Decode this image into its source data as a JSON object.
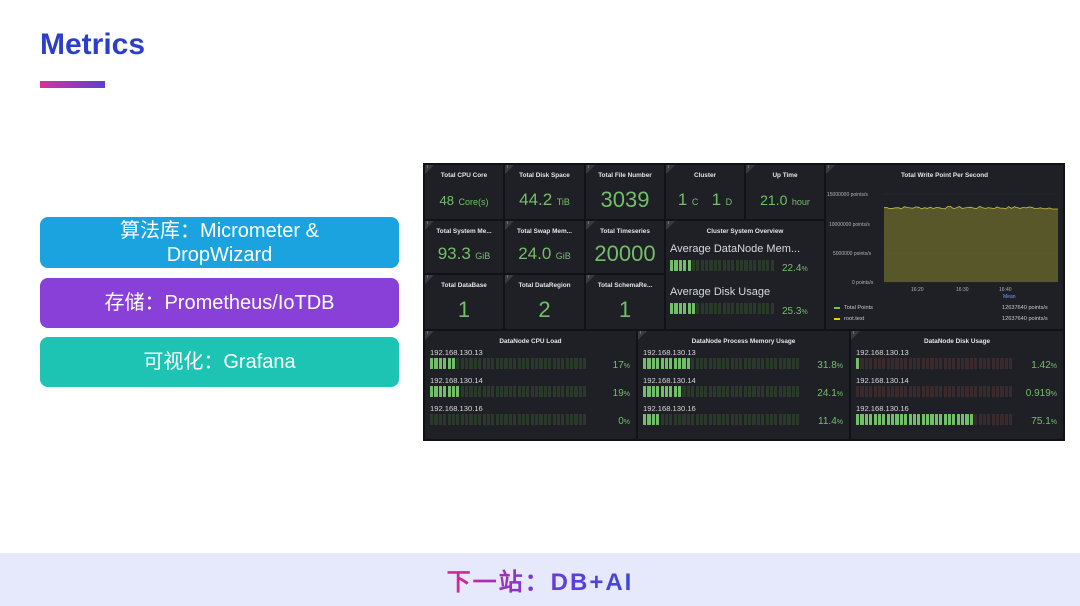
{
  "title": "Metrics",
  "pills": [
    {
      "line1": "算法库：Micrometer &",
      "line2": "DropWizard"
    },
    {
      "line1": "存储：Prometheus/IoTDB"
    },
    {
      "line1": "可视化：Grafana"
    }
  ],
  "footer": "下一站：DB+AI",
  "dashboard": {
    "stats": {
      "cpu": {
        "title": "Total CPU Core",
        "value": "48",
        "unit": "Core(s)"
      },
      "disk": {
        "title": "Total Disk Space",
        "value": "44.2",
        "unit": "TiB"
      },
      "files": {
        "title": "Total File Number",
        "value": "3039"
      },
      "cluster": {
        "title": "Cluster",
        "c_value": "1",
        "c_unit": "C",
        "d_value": "1",
        "d_unit": "D"
      },
      "uptime": {
        "title": "Up Time",
        "value": "21.0",
        "unit": "hour"
      },
      "sysmem": {
        "title": "Total System Me...",
        "value": "93.3",
        "unit": "GiB"
      },
      "swap": {
        "title": "Total Swap Mem...",
        "value": "24.0",
        "unit": "GiB"
      },
      "timeseries": {
        "title": "Total Timeseries",
        "value": "20000"
      },
      "database": {
        "title": "Total DataBase",
        "value": "1"
      },
      "dataregion": {
        "title": "Total DataRegion",
        "value": "2"
      },
      "schema": {
        "title": "Total SchemaRe...",
        "value": "1"
      }
    },
    "overview": {
      "title": "Cluster System Overview",
      "mem_label": "Average DataNode Mem...",
      "mem_value": "22.4",
      "disk_label": "Average Disk Usage",
      "disk_value": "25.3",
      "pct_unit": "%"
    },
    "write_chart": {
      "title": "Total Write Point Per Second",
      "mean_label": "Mean",
      "legend": [
        {
          "name": "Total Points",
          "value": "12637640 points/s",
          "color": "#73bf69"
        },
        {
          "name": "root.test",
          "value": "12637640 points/s",
          "color": "#f2cc0c"
        }
      ]
    },
    "cpu_load": {
      "title": "DataNode CPU Load",
      "rows": [
        {
          "host": "192.168.130.13",
          "value": "17",
          "unit": "%"
        },
        {
          "host": "192.168.130.14",
          "value": "19",
          "unit": "%"
        },
        {
          "host": "192.168.130.16",
          "value": "0",
          "unit": "%"
        }
      ]
    },
    "mem_usage": {
      "title": "DataNode Process Memory Usage",
      "rows": [
        {
          "host": "192.168.130.13",
          "value": "31.8",
          "unit": "%"
        },
        {
          "host": "192.168.130.14",
          "value": "24.1",
          "unit": "%"
        },
        {
          "host": "192.168.130.16",
          "value": "11.4",
          "unit": "%"
        }
      ]
    },
    "disk_usage": {
      "title": "DataNode Disk Usage",
      "rows": [
        {
          "host": "192.168.130.13",
          "value": "1.42",
          "unit": "%"
        },
        {
          "host": "192.168.130.14",
          "value": "0.919",
          "unit": "%"
        },
        {
          "host": "192.168.130.16",
          "value": "75.1",
          "unit": "%"
        }
      ]
    }
  },
  "chart_data": {
    "type": "area",
    "title": "Total Write Point Per Second",
    "x": [
      "16:20",
      "16:30",
      "16:40"
    ],
    "ytick_labels": [
      "0 points/s",
      "5000000 points/s",
      "10000000 points/s",
      "15000000 points/s"
    ],
    "ylim": [
      0,
      15000000
    ],
    "series": [
      {
        "name": "Total Points",
        "mean": 12637640
      },
      {
        "name": "root.test",
        "mean": 12637640
      }
    ],
    "legend": "bottom",
    "grid": true
  }
}
